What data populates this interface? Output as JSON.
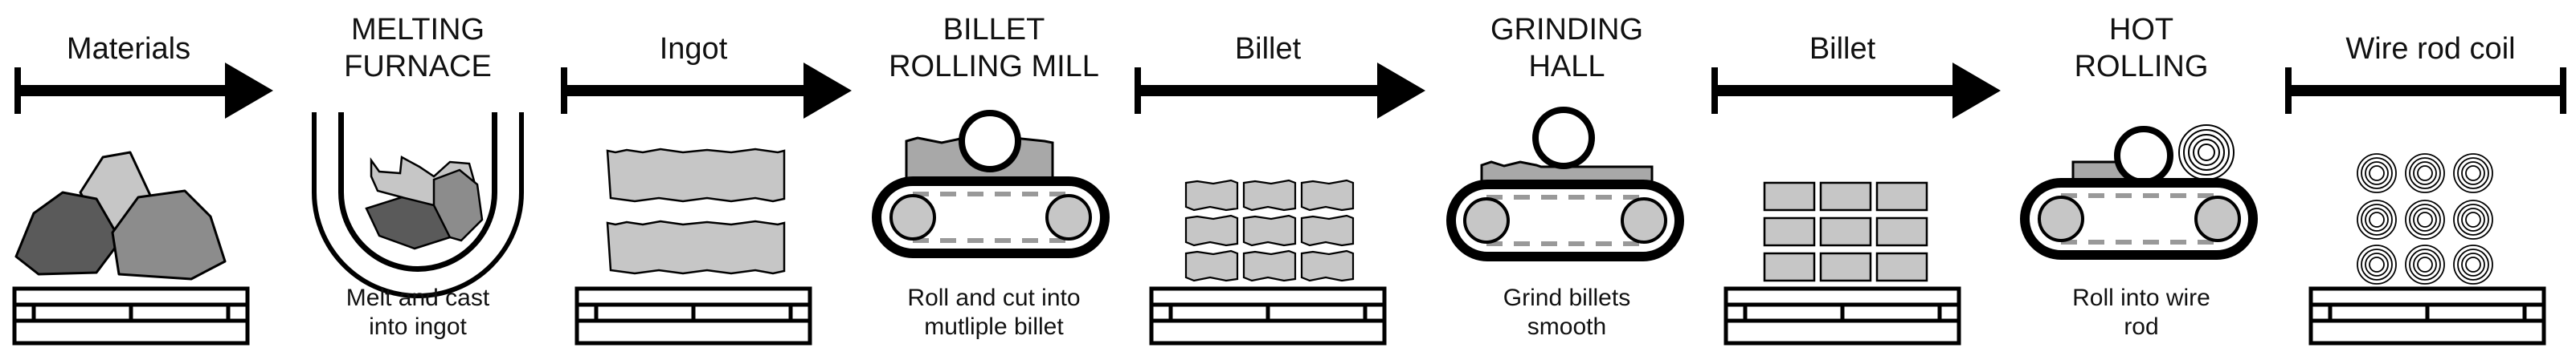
{
  "arrow_labels": [
    "Materials",
    "Ingot",
    "Billet",
    "Billet",
    "Wire rod coil"
  ],
  "stages": [
    {
      "title": "MELTING\nFURNACE",
      "caption": "Melt and cast\ninto ingot"
    },
    {
      "title": "BILLET\nROLLING MILL",
      "caption": "Roll and cut into\nmutliple billet"
    },
    {
      "title": "GRINDING\nHALL",
      "caption": "Grind billets\nsmooth"
    },
    {
      "title": "HOT\nROLLING",
      "caption": "Roll into wire\nrod"
    }
  ],
  "colors": {
    "dark": "#5a5a5a",
    "mid": "#8c8c8c",
    "light": "#c6c6c6",
    "stroke": "#000000"
  }
}
